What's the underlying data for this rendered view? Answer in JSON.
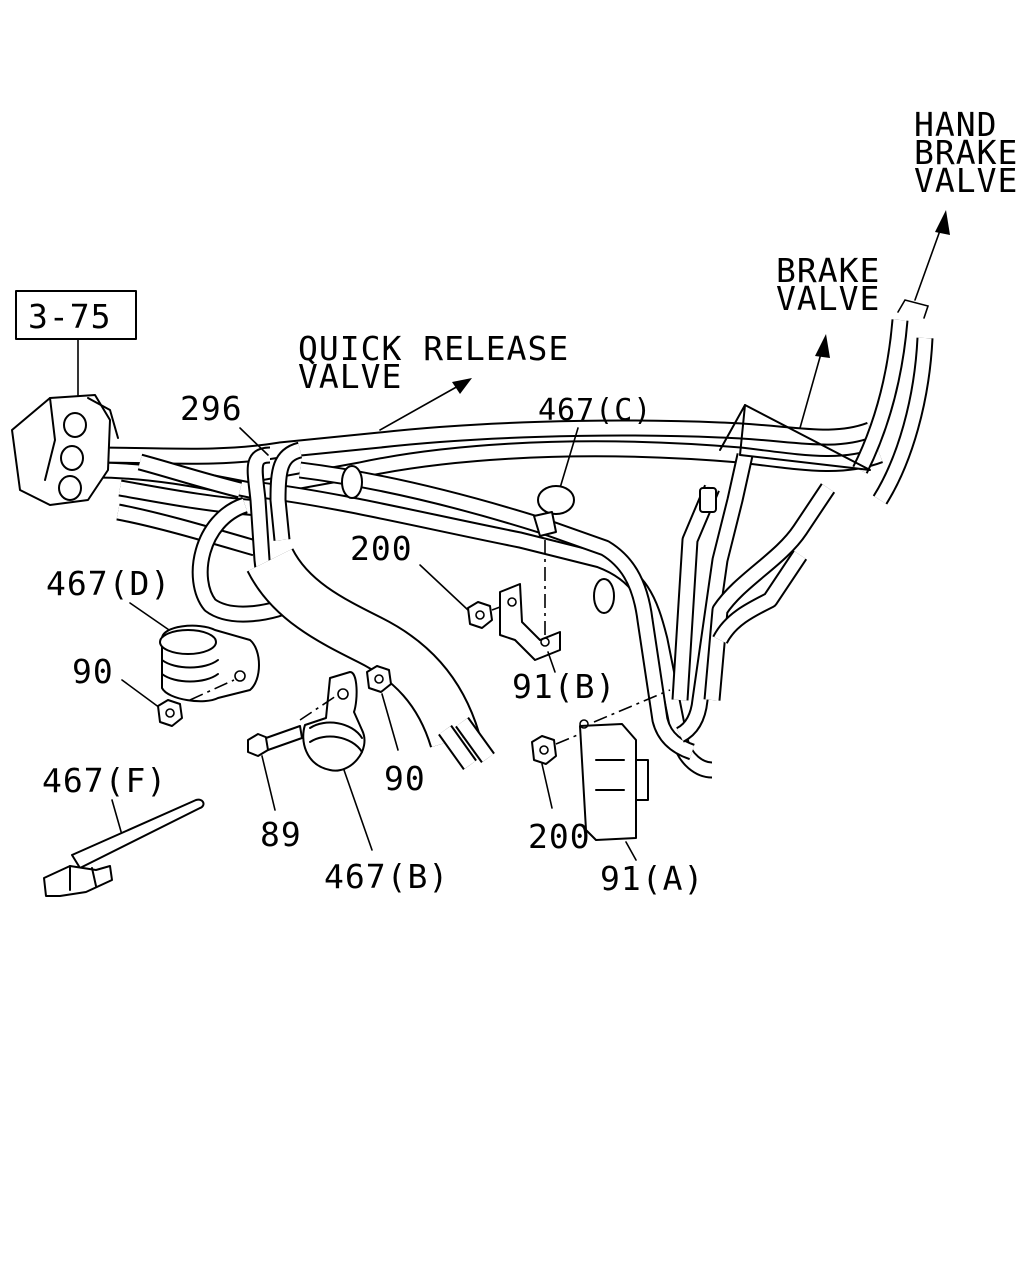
{
  "ref_box": {
    "label": "3-75"
  },
  "labels": {
    "quick_release_valve": [
      "QUICK RELEASE",
      "VALVE"
    ],
    "hand_brake_valve": [
      "HAND",
      "BRAKE",
      "VALVE"
    ],
    "brake_valve": [
      "BRAKE",
      "VALVE"
    ],
    "part_296": "296",
    "part_467c": "467(C)",
    "part_200_upper": "200",
    "part_467d": "467(D)",
    "part_90_left": "90",
    "part_91b": "91(B)",
    "part_90_right": "90",
    "part_467f": "467(F)",
    "part_89": "89",
    "part_467b": "467(B)",
    "part_200_lower": "200",
    "part_91a": "91(A)"
  }
}
